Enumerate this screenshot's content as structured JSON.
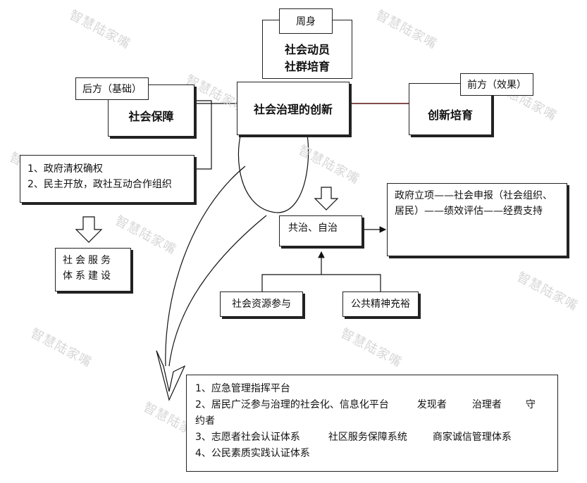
{
  "center": {
    "title": "社会治理的创新"
  },
  "top": {
    "tag": "周身",
    "title_line1": "社会动员",
    "title_line2": "社群培育"
  },
  "left": {
    "tag": "后方（基础）",
    "title": "社会保障",
    "list": [
      "1、政府清权确权",
      "2、民主开放，政社互动合作组织"
    ],
    "result": "社会服务体系建设"
  },
  "right": {
    "tag": "前方（效果）",
    "title": "创新培育"
  },
  "mid": {
    "node": "共治、自治",
    "process": "政府立项——社会申报（社会组织、居民）——绩效评估——经费支持",
    "input_left": "社会资源参与",
    "input_right": "公共精神充裕"
  },
  "bottom": {
    "items": [
      "1、应急管理指挥平台",
      "2、居民广泛参与治理的社会化、信息化平台",
      "发现者",
      "治理者",
      "守",
      "约者",
      "3、志愿者社会认证体系",
      "社区服务保障系统",
      "商家诚信管理体系",
      "4、公民素质实践认证体系"
    ]
  },
  "watermark": "智慧陆家嘴"
}
